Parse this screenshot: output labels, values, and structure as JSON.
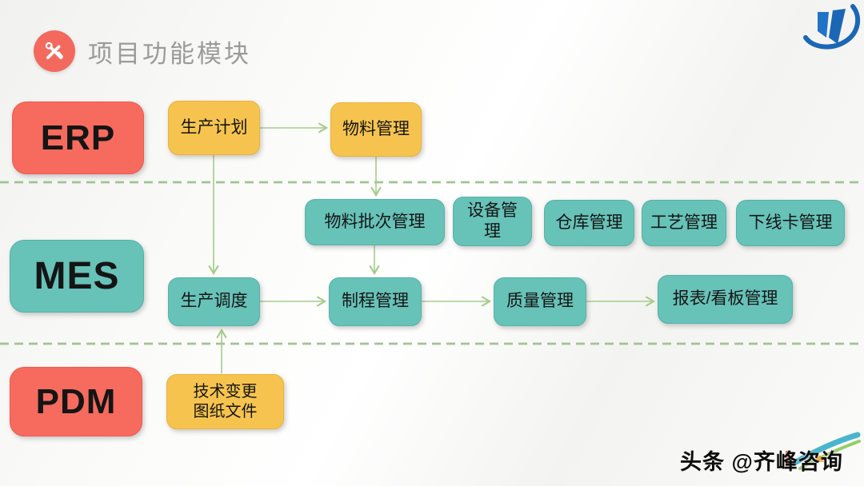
{
  "header": {
    "title": "项目功能模块"
  },
  "layers": [
    {
      "label": "ERP",
      "nodes": [
        {
          "label": "生产计划"
        },
        {
          "label": "物料管理"
        }
      ]
    },
    {
      "label": "MES",
      "nodes": [
        {
          "label": "物料批次管理"
        },
        {
          "label": "设备管理"
        },
        {
          "label": "仓库管理"
        },
        {
          "label": "工艺管理"
        },
        {
          "label": "下线卡管理"
        },
        {
          "label": "生产调度"
        },
        {
          "label": "制程管理"
        },
        {
          "label": "质量管理"
        },
        {
          "label": "报表/看板管理"
        }
      ]
    },
    {
      "label": "PDM",
      "nodes": [
        {
          "line1": "技术变更",
          "line2": "图纸文件"
        }
      ]
    }
  ],
  "edges": [
    {
      "from": "生产计划",
      "to": "物料管理"
    },
    {
      "from": "物料管理",
      "to": "物料批次管理"
    },
    {
      "from": "物料批次管理",
      "to": "制程管理"
    },
    {
      "from": "生产计划",
      "to": "生产调度"
    },
    {
      "from": "技术变更图纸文件",
      "to": "生产调度"
    },
    {
      "from": "生产调度",
      "to": "制程管理"
    },
    {
      "from": "制程管理",
      "to": "质量管理"
    },
    {
      "from": "质量管理",
      "to": "报表/看板管理"
    }
  ],
  "colors": {
    "layer_red": "#f66b5e",
    "node_teal": "#67c2b8",
    "node_yellow": "#f6c44e",
    "arrow_green": "#a6cc8a",
    "dashed_green": "#a3c296",
    "title_gray": "#9b9b9b",
    "icon_circle_red": "#f4695e",
    "logo_blue": "#1b67b6"
  },
  "watermark": {
    "text": "头条 @齐峰咨询"
  }
}
